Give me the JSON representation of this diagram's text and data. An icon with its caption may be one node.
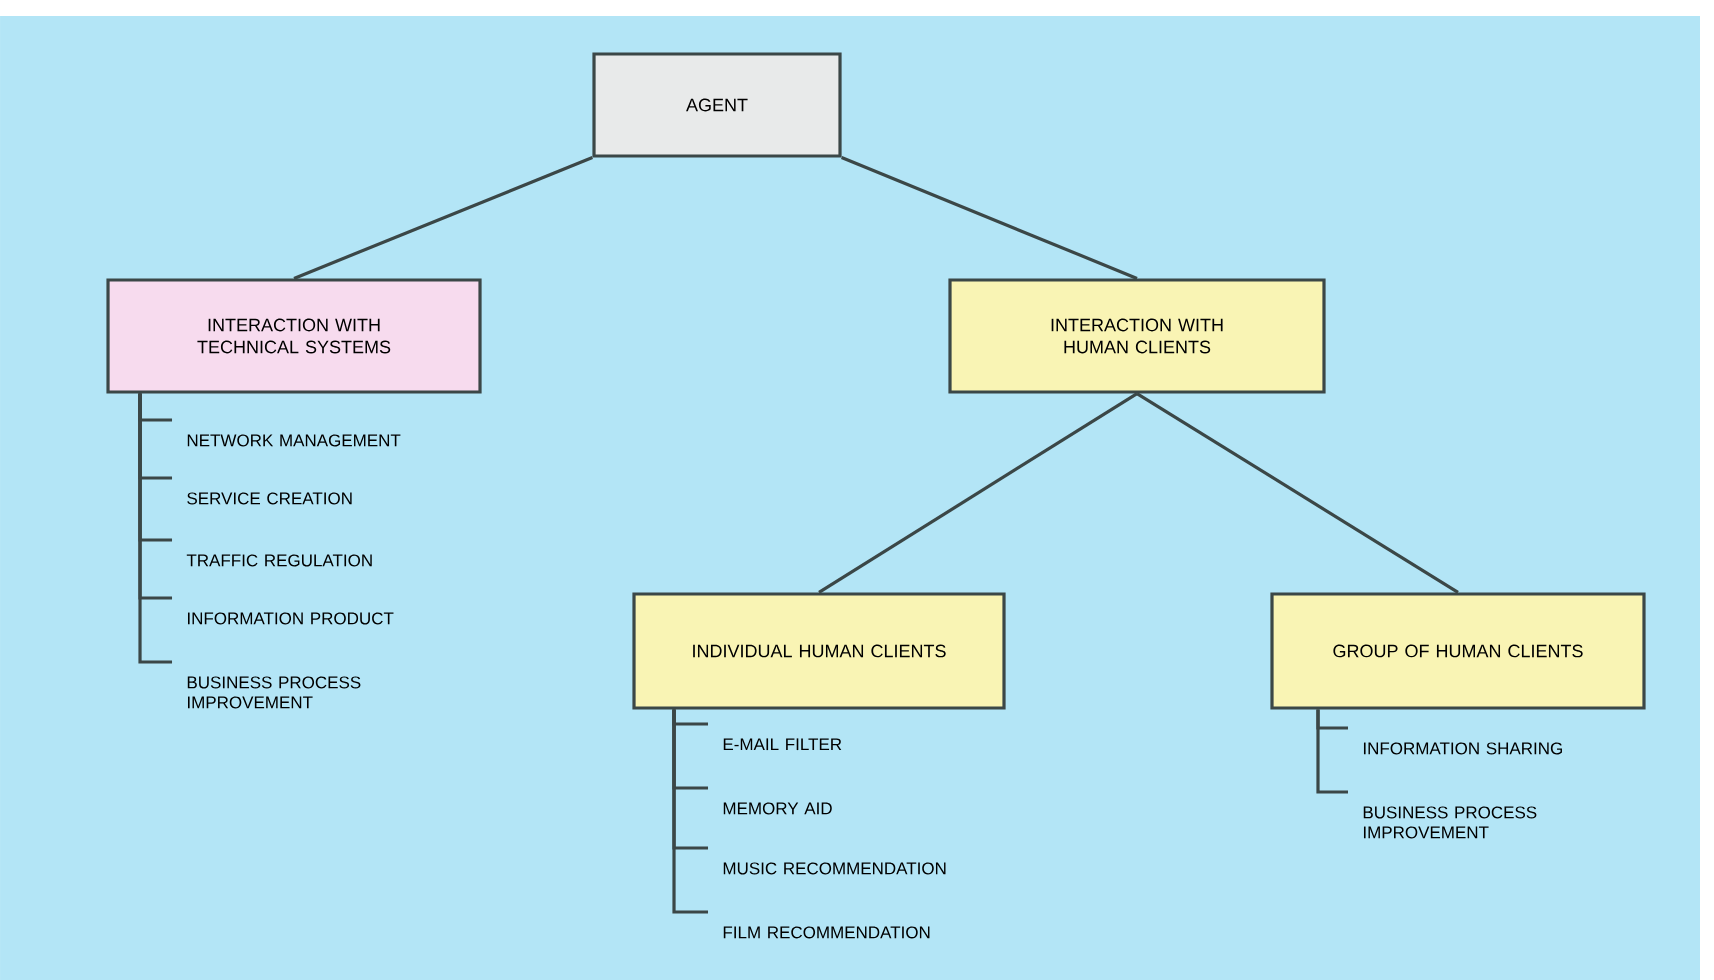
{
  "diagram": {
    "nodes": [
      {
        "text": [
          "AGENT"
        ]
      },
      {
        "text": [
          "INTERACTION WITH TECHNICAL SYSTEMS"
        ]
      },
      {
        "text": [
          "INTERACTION WITH HUMAN CLIENTS"
        ]
      },
      {
        "text": [
          "INDIVIDUAL HUMAN CLIENTS"
        ]
      },
      {
        "text": [
          "GROUP OF HUMAN CLIENTS"
        ]
      },
      {
        "text": [
          "NETWORK MANAGEMENT"
        ]
      },
      {
        "text": [
          "SERVICE CREATION"
        ]
      },
      {
        "text": [
          "TRAFFIC REGULATION"
        ]
      },
      {
        "text": [
          "INFORMATION PRODUCT"
        ]
      },
      {
        "text": [
          "BUSINESS PROCESS IMPROVEMENT"
        ]
      },
      {
        "text": [
          "E-MAIL FILTER"
        ]
      },
      {
        "text": [
          "MEMORY AID"
        ]
      },
      {
        "text": [
          "MUSIC RECOMMENDATION"
        ]
      },
      {
        "text": [
          "FILM RECOMMENDATION"
        ]
      },
      {
        "text": [
          "INFORMATION SHARING"
        ]
      },
      {
        "text": [
          "BUSINESS PROCESS IMPROVEMENT"
        ]
      }
    ],
    "edges": [
      {
        "from": 0,
        "to": 1,
        "arrow": "none"
      },
      {
        "from": 0,
        "to": 2,
        "arrow": "none"
      },
      {
        "from": 2,
        "to": 3,
        "arrow": "none"
      },
      {
        "from": 2,
        "to": 4,
        "arrow": "none"
      },
      {
        "from": 1,
        "to": 5,
        "arrow": "none"
      },
      {
        "from": 1,
        "to": 6,
        "arrow": "none"
      },
      {
        "from": 1,
        "to": 7,
        "arrow": "none"
      },
      {
        "from": 1,
        "to": 8,
        "arrow": "none"
      },
      {
        "from": 1,
        "to": 9,
        "arrow": "none"
      },
      {
        "from": 3,
        "to": 10,
        "arrow": "none"
      },
      {
        "from": 3,
        "to": 11,
        "arrow": "none"
      },
      {
        "from": 3,
        "to": 12,
        "arrow": "none"
      },
      {
        "from": 3,
        "to": 13,
        "arrow": "none"
      },
      {
        "from": 4,
        "to": 14,
        "arrow": "none"
      },
      {
        "from": 4,
        "to": 15,
        "arrow": "none"
      }
    ]
  }
}
